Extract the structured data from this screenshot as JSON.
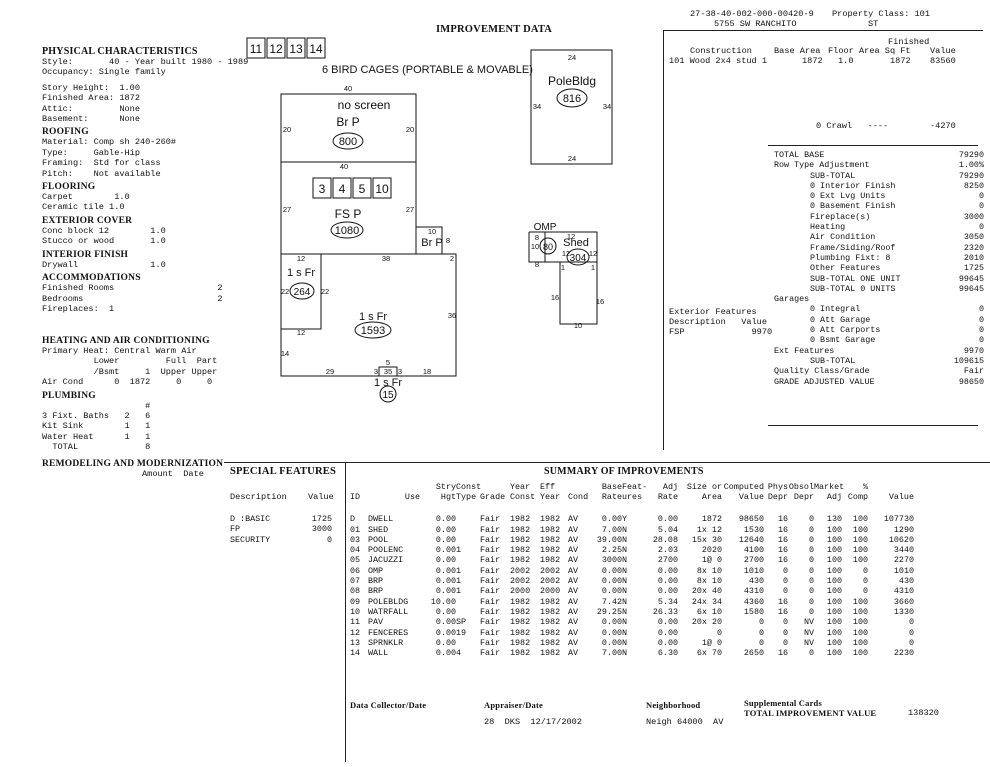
{
  "header": {
    "parcel": "27-38-40-002-000-00420-9",
    "property_class": "Property Class: 101",
    "address": "5755 SW RANCHITO",
    "street_type": "ST",
    "title": "IMPROVEMENT DATA"
  },
  "physical": {
    "title": "PHYSICAL CHARACTERISTICS",
    "lines": [
      "Style:       40 - Year built 1980 - 1989",
      "Occupancy: Single family"
    ],
    "lines2": [
      "Story Height:  1.00",
      "Finished Area: 1872",
      "Attic:         None",
      "Basement:      None"
    ]
  },
  "roofing": {
    "title": "ROOFING",
    "lines": [
      "Material: Comp sh 240-260#",
      "Type:     Gable-Hip",
      "Framing:  Std for class",
      "Pitch:    Not available"
    ]
  },
  "flooring": {
    "title": "FLOORING",
    "lines": [
      "Carpet        1.0",
      "Ceramic tile 1.0"
    ]
  },
  "exterior": {
    "title": "EXTERIOR COVER",
    "lines": [
      "Conc block 12        1.0",
      "Stucco or wood       1.0"
    ]
  },
  "interior": {
    "title": "INTERIOR FINISH",
    "lines": [
      "Drywall              1.0"
    ]
  },
  "accommodations": {
    "title": "ACCOMMODATIONS",
    "lines": [
      "Finished Rooms                    2",
      "Bedrooms                          2",
      "Fireplaces:  1"
    ]
  },
  "heating": {
    "title": "HEATING AND AIR CONDITIONING",
    "lines": [
      "Primary Heat: Central Warm Air",
      "          Lower         Full  Part",
      "          /Bsmt     1  Upper Upper",
      "Air Cond      0  1872     0     0"
    ]
  },
  "plumbing": {
    "title": "PLUMBING",
    "lines": [
      "                    #",
      "3 Fixt. Baths   2   6",
      "Kit Sink        1   1",
      "Water Heat      1   1",
      "  TOTAL             8"
    ]
  },
  "remodeling": {
    "title": "REMODELING AND MODERNIZATION",
    "sub": "Amount  Date"
  },
  "sketch": {
    "top_caption": "6 BIRD CAGES (PORTABLE & MOVABLE)",
    "top_boxes": [
      "11",
      "12",
      "13",
      "14"
    ],
    "mid_boxes": [
      "3",
      "4",
      "5",
      "10"
    ],
    "no_screen": "no screen",
    "brp_label": "Br P",
    "brp_area": "800",
    "fsp_label": "FS P",
    "fsp_area": "1080",
    "brp2_label": "Br P",
    "sfr_small_label": "1 s Fr",
    "sfr_small_area": "264",
    "sfr_main_label": "1 s Fr",
    "sfr_main_area": "1593",
    "sfr_tiny_label": "1 s Fr",
    "sfr_tiny_area": "15",
    "pole_label": "PoleBldg",
    "pole_area": "816",
    "omp_label": "OMP",
    "omp_area": "80",
    "shed_label": "Shed",
    "shed_area": "304",
    "dims": {
      "d40a": "40",
      "d20l": "20",
      "d20r": "20",
      "d40b": "40",
      "d27l": "27",
      "d27r": "27",
      "d10": "10",
      "d8": "8",
      "d38": "38",
      "d2": "2",
      "d12a": "12",
      "d22a": "22",
      "d22b": "22",
      "d36": "36",
      "d12b": "12",
      "d14": "14",
      "d29": "29",
      "d3a": "3",
      "d35": "35",
      "d3b": "3",
      "d18": "18",
      "d5": "5",
      "d24a": "24",
      "d34a": "34",
      "d34b": "34",
      "d24b": "24",
      "o8": "8",
      "o10": "10",
      "o8b": "8",
      "s12a": "12",
      "s12b": "12",
      "s12c": "12",
      "s1a": "1",
      "s1b": "1",
      "s16a": "16",
      "s16b": "16",
      "s10": "10"
    }
  },
  "construction": {
    "header1": "Finished",
    "header2": [
      "Construction",
      "Base Area",
      "Floor",
      "Area Sq Ft",
      "Value"
    ],
    "row": [
      "101 Wood 2x4 stud 1",
      "1872",
      "1.0",
      "1872",
      "83560"
    ],
    "crawl_label": "0 Crawl   ----",
    "crawl_value": "-4270"
  },
  "totals": {
    "rows": [
      [
        "TOTAL BASE",
        "",
        "79290"
      ],
      [
        "Row Type Adjustment",
        "",
        "1.00%"
      ],
      [
        "",
        "SUB-TOTAL",
        "79290"
      ],
      [
        "",
        "0 Interior Finish",
        "8250"
      ],
      [
        "",
        "0 Ext Lvg Units",
        "0"
      ],
      [
        "",
        "0 Basement Finish",
        "0"
      ],
      [
        "",
        "  Fireplace(s)",
        "3000"
      ],
      [
        "",
        "  Heating",
        "0"
      ],
      [
        "",
        "  Air Condition",
        "3050"
      ],
      [
        "",
        "  Frame/Siding/Roof",
        "2320"
      ],
      [
        "",
        "  Plumbing Fixt: 8",
        "2010"
      ],
      [
        "",
        "",
        ""
      ],
      [
        "",
        "  Other Features",
        "1725"
      ],
      [
        "",
        "",
        ""
      ],
      [
        "",
        "SUB-TOTAL ONE UNIT",
        "99645"
      ],
      [
        "",
        "SUB-TOTAL 0 UNITS",
        "99645"
      ],
      [
        "Garages",
        "",
        ""
      ],
      [
        "",
        "0 Integral",
        "0"
      ],
      [
        "",
        "0 Att Garage",
        "0"
      ],
      [
        "",
        "0 Att Carports",
        "0"
      ],
      [
        "",
        "0 Bsmt Garage",
        "0"
      ],
      [
        "Ext Features",
        "",
        "9970"
      ],
      [
        "",
        "",
        ""
      ],
      [
        "",
        "SUB-TOTAL",
        "109615"
      ],
      [
        "Quality Class/Grade",
        "",
        "Fair"
      ],
      [
        "",
        "",
        ""
      ],
      [
        "GRADE ADJUSTED VALUE",
        "",
        "98650"
      ]
    ],
    "ext_features_title": "Exterior Features",
    "ext_features_head": "Description   Value",
    "ext_features_row": "FSP             9970"
  },
  "special": {
    "title": "SPECIAL FEATURES",
    "head": [
      "Description",
      "Value"
    ],
    "rows": [
      [
        "D  :BASIC",
        "1725"
      ],
      [
        "    FP",
        "3000"
      ],
      [
        "    SECURITY",
        "0"
      ]
    ]
  },
  "summary": {
    "title": "SUMMARY OF IMPROVEMENTS",
    "head1": [
      "",
      "",
      "Stry",
      "Const",
      "",
      "Year",
      "Eff",
      "",
      "Base",
      "Feat-",
      "Adj",
      "Size or",
      "Computed",
      "Phys",
      "Obsol",
      "Market",
      "%",
      ""
    ],
    "head2": [
      "ID",
      "Use",
      "Hgt",
      "Type",
      "Grade",
      "Const",
      "Year",
      "Cond",
      "Rate",
      "ures",
      "Rate",
      "Area",
      "Value",
      "Depr",
      "Depr",
      "Adj",
      "Comp",
      "Value"
    ],
    "rows": [
      [
        "D",
        "DWELL",
        "0.00",
        "",
        "Fair",
        "1982",
        "1982",
        "AV",
        "0.00",
        "Y",
        "0.00",
        "1872",
        "98650",
        "16",
        "0",
        "130",
        "100",
        "107730"
      ],
      [
        "01",
        "SHED",
        "0.00",
        "",
        "Fair",
        "1982",
        "1982",
        "AV",
        "7.00",
        "N",
        "5.04",
        "1x 12",
        "1530",
        "16",
        "0",
        "100",
        "100",
        "1290"
      ],
      [
        "03",
        "POOL",
        "0.00",
        "",
        "Fair",
        "1982",
        "1982",
        "AV",
        "39.00",
        "N",
        "28.08",
        "15x 30",
        "12640",
        "16",
        "0",
        "100",
        "100",
        "10620"
      ],
      [
        "04",
        "POOLENC",
        "0.00",
        "1",
        "Fair",
        "1982",
        "1982",
        "AV",
        "2.25",
        "N",
        "2.03",
        "2020",
        "4100",
        "16",
        "0",
        "100",
        "100",
        "3440"
      ],
      [
        "05",
        "JACUZZI",
        "0.00",
        "",
        "Fair",
        "1982",
        "1982",
        "AV",
        "3000",
        "N",
        "2700",
        "1@ 0",
        "2700",
        "16",
        "0",
        "100",
        "100",
        "2270"
      ],
      [
        "06",
        "OMP",
        "0.00",
        "1",
        "Fair",
        "2002",
        "2002",
        "AV",
        "0.00",
        "N",
        "0.00",
        "8x 10",
        "1010",
        "0",
        "0",
        "100",
        "0",
        "1010"
      ],
      [
        "07",
        "BRP",
        "0.00",
        "1",
        "Fair",
        "2002",
        "2002",
        "AV",
        "0.00",
        "N",
        "0.00",
        "8x 10",
        "430",
        "0",
        "0",
        "100",
        "0",
        "430"
      ],
      [
        "08",
        "BRP",
        "0.00",
        "1",
        "Fair",
        "2000",
        "2000",
        "AV",
        "0.00",
        "N",
        "0.00",
        "20x 40",
        "4310",
        "0",
        "0",
        "100",
        "0",
        "4310"
      ],
      [
        "09",
        "POLEBLDG",
        "10.00",
        "",
        "Fair",
        "1982",
        "1982",
        "AV",
        "7.42",
        "N",
        "5.34",
        "24x 34",
        "4360",
        "16",
        "0",
        "100",
        "100",
        "3660"
      ],
      [
        "10",
        "WATRFALL",
        "0.00",
        "",
        "Fair",
        "1982",
        "1982",
        "AV",
        "29.25",
        "N",
        "26.33",
        "6x 10",
        "1580",
        "16",
        "0",
        "100",
        "100",
        "1330"
      ],
      [
        "11",
        "PAV",
        "0.00",
        "SP",
        "Fair",
        "1982",
        "1982",
        "AV",
        "0.00",
        "N",
        "0.00",
        "20x 20",
        "0",
        "0",
        "NV",
        "100",
        "100",
        "0"
      ],
      [
        "12",
        "FENCERES",
        "0.00",
        "19",
        "Fair",
        "1982",
        "1982",
        "AV",
        "0.00",
        "N",
        "0.00",
        "0",
        "0",
        "0",
        "NV",
        "100",
        "100",
        "0"
      ],
      [
        "13",
        "SPRNKLR",
        "0.00",
        "",
        "Fair",
        "1982",
        "1982",
        "AV",
        "0.00",
        "N",
        "0.00",
        "1@ 0",
        "0",
        "0",
        "NV",
        "100",
        "100",
        "0"
      ],
      [
        "14",
        "WALL",
        "0.00",
        "4",
        "Fair",
        "1982",
        "1982",
        "AV",
        "7.00",
        "N",
        "6.30",
        "6x 70",
        "2650",
        "16",
        "0",
        "100",
        "100",
        "2230"
      ]
    ]
  },
  "footer": {
    "collector_label": "Data Collector/Date",
    "appraiser_label": "Appraiser/Date",
    "appraiser_value": "28  DKS  12/17/2002",
    "neighborhood_label": "Neighborhood",
    "neighborhood_value": "Neigh 64000  AV",
    "supp_label": "Supplemental Cards",
    "total_label": "TOTAL IMPROVEMENT VALUE",
    "total_value": "138320"
  }
}
